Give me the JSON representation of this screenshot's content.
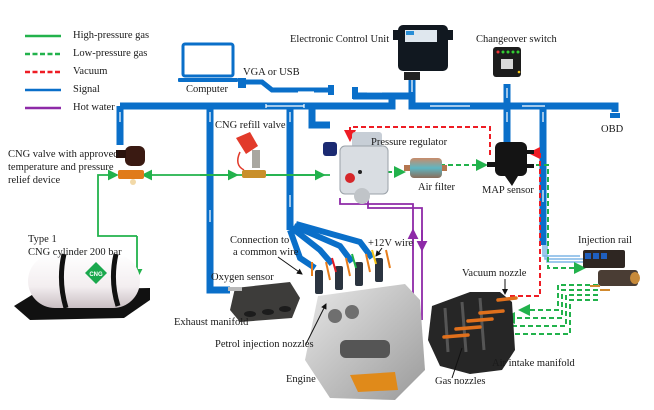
{
  "legend": {
    "items": [
      {
        "label": "High-pressure gas",
        "color": "#22b24c",
        "style": "solid"
      },
      {
        "label": "Low-pressure gas",
        "color": "#22b24c",
        "style": "dashed"
      },
      {
        "label": "Vacuum",
        "color": "#ee1c24",
        "style": "dashed"
      },
      {
        "label": "Signal",
        "color": "#0a6fc9",
        "style": "solid"
      },
      {
        "label": "Hot water",
        "color": "#8e2aa8",
        "style": "solid"
      }
    ]
  },
  "components": {
    "computer": "Computer",
    "vga_usb": "VGA or USB",
    "ecu": "Electronic Control Unit",
    "changeover": "Changeover switch",
    "obd": "OBD",
    "cng_valve": [
      "CNG valve with approved",
      "temperature and pressure",
      "relief device"
    ],
    "refill_valve": "CNG refill valve",
    "pressure_regulator": "Pressure regulator",
    "air_filter": "Air filter",
    "map_sensor": "MAP sensor",
    "cylinder": [
      "Type 1",
      "CNG cylinder 200 bar"
    ],
    "cylinder_badge": "CNG",
    "connection": [
      "Connection to",
      "a common wire"
    ],
    "plus12v": "+12V wire",
    "oxygen_sensor": "Oxygen sensor",
    "exhaust_manifold": "Exhaust manifold",
    "petrol_nozzles": "Petrol injection nozzles",
    "engine": "Engine",
    "injection_rail": "Injection rail",
    "vacuum_nozzle": "Vacuum nozzle",
    "air_intake": "Air intake manifold",
    "gas_nozzles": "Gas nozzles"
  },
  "colors": {
    "signal": "#0a6fc9",
    "high_pressure": "#22b24c",
    "low_pressure": "#22b24c",
    "vacuum": "#ee1c24",
    "hot_water": "#8e2aa8"
  }
}
